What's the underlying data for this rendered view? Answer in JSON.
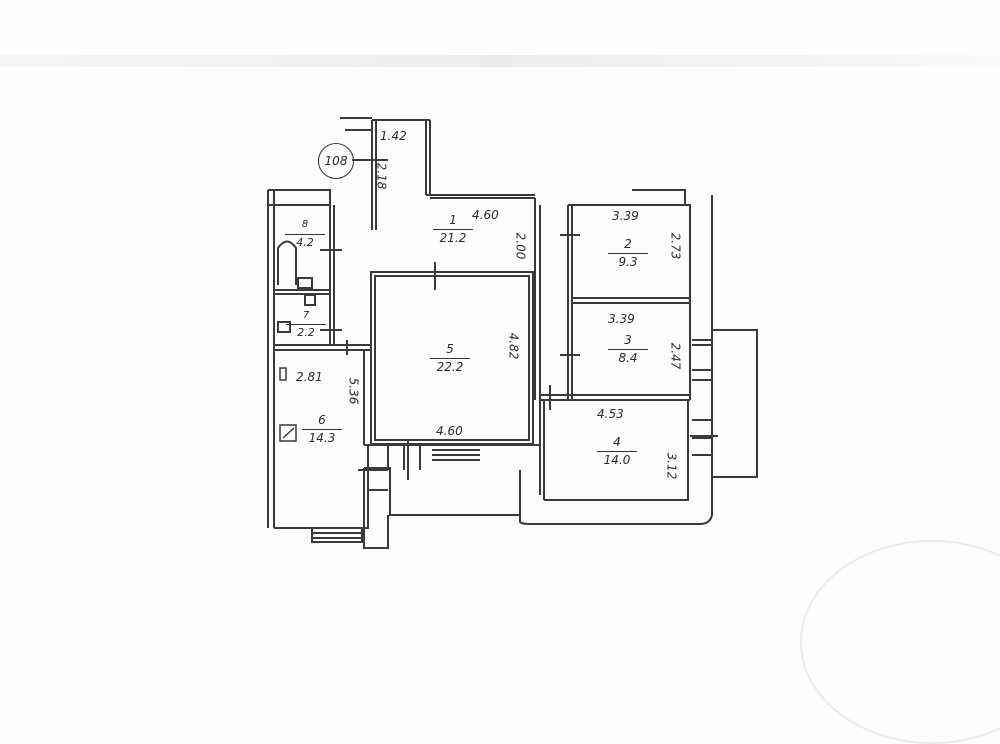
{
  "plan": {
    "apartment_number": "108",
    "rooms": [
      {
        "id": "1",
        "area": "21.2",
        "label": "1",
        "dims": [
          "4.60",
          "2.00",
          "1.42",
          "2.18"
        ]
      },
      {
        "id": "2",
        "area": "9.3",
        "label": "2",
        "dims": [
          "3.39",
          "2.73"
        ]
      },
      {
        "id": "3",
        "area": "8.4",
        "label": "3",
        "dims": [
          "3.39",
          "2.47"
        ]
      },
      {
        "id": "4",
        "area": "14.0",
        "label": "4",
        "dims": [
          "4.53",
          "3.12"
        ]
      },
      {
        "id": "5",
        "area": "22.2",
        "label": "5",
        "dims": [
          "4.60",
          "4.82"
        ]
      },
      {
        "id": "6",
        "area": "14.3",
        "label": "6",
        "dims": [
          "2.81",
          "5.36"
        ]
      },
      {
        "id": "7",
        "area": "2.2",
        "label": "7",
        "dims": []
      },
      {
        "id": "8",
        "area": "4.2",
        "label": "8",
        "dims": []
      }
    ]
  }
}
